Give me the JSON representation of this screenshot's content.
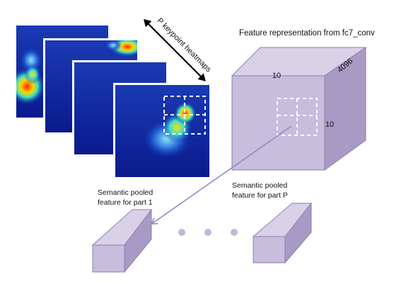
{
  "labels": {
    "heatmaps": "P keypoint heatmaps",
    "feature_title": "Feature representation from fc7_conv",
    "dim_channels": "4096",
    "dim_width": "10",
    "dim_height": "10",
    "part1_line1": "Semantic pooled",
    "part1_line2": "feature for part 1",
    "partP_line1": "Semantic pooled",
    "partP_line2": "feature for part P"
  },
  "colors": {
    "cube_front": "#c7bddc",
    "cube_top": "#d9d1e8",
    "cube_side": "#a89ac4",
    "cube_edge": "#8d7fb0",
    "arrow": "#9a86c4",
    "dots": "#c2b6dc",
    "heatmap_bg": "#0a1a8c"
  },
  "icons": [
    "double-arrow-icon",
    "ellipsis-dots-icon"
  ]
}
